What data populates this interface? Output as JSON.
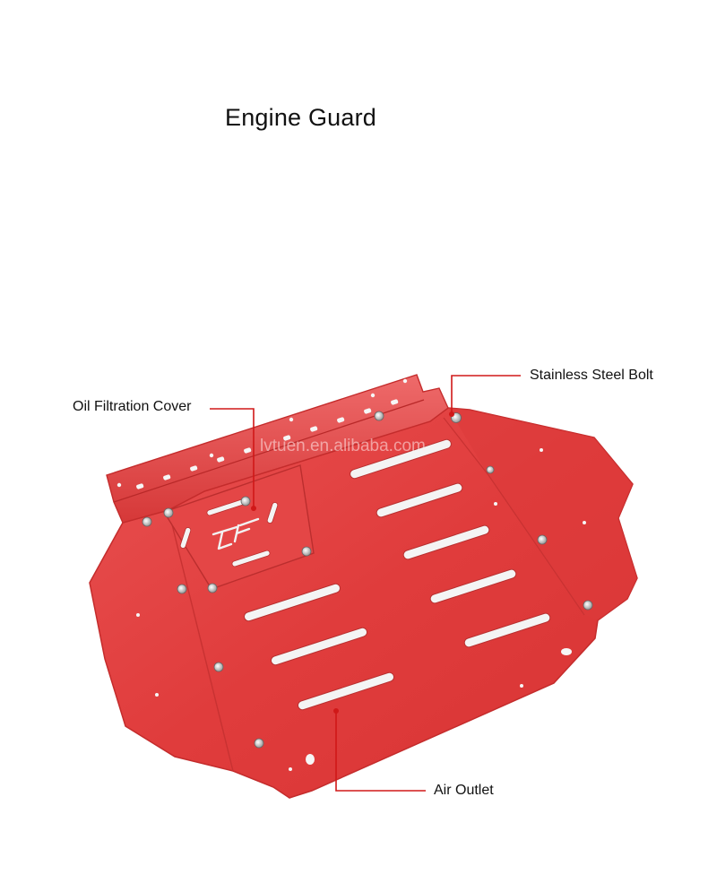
{
  "title": "Engine Guard",
  "callouts": {
    "oil_filtration_cover": "Oil Filtration Cover",
    "stainless_steel_bolt": "Stainless Steel Bolt",
    "air_outlet": "Air Outlet"
  },
  "watermark": "lvtuen.en.alibaba.com",
  "product_color": "#e13c3c",
  "leader_line_color": "#d01818"
}
